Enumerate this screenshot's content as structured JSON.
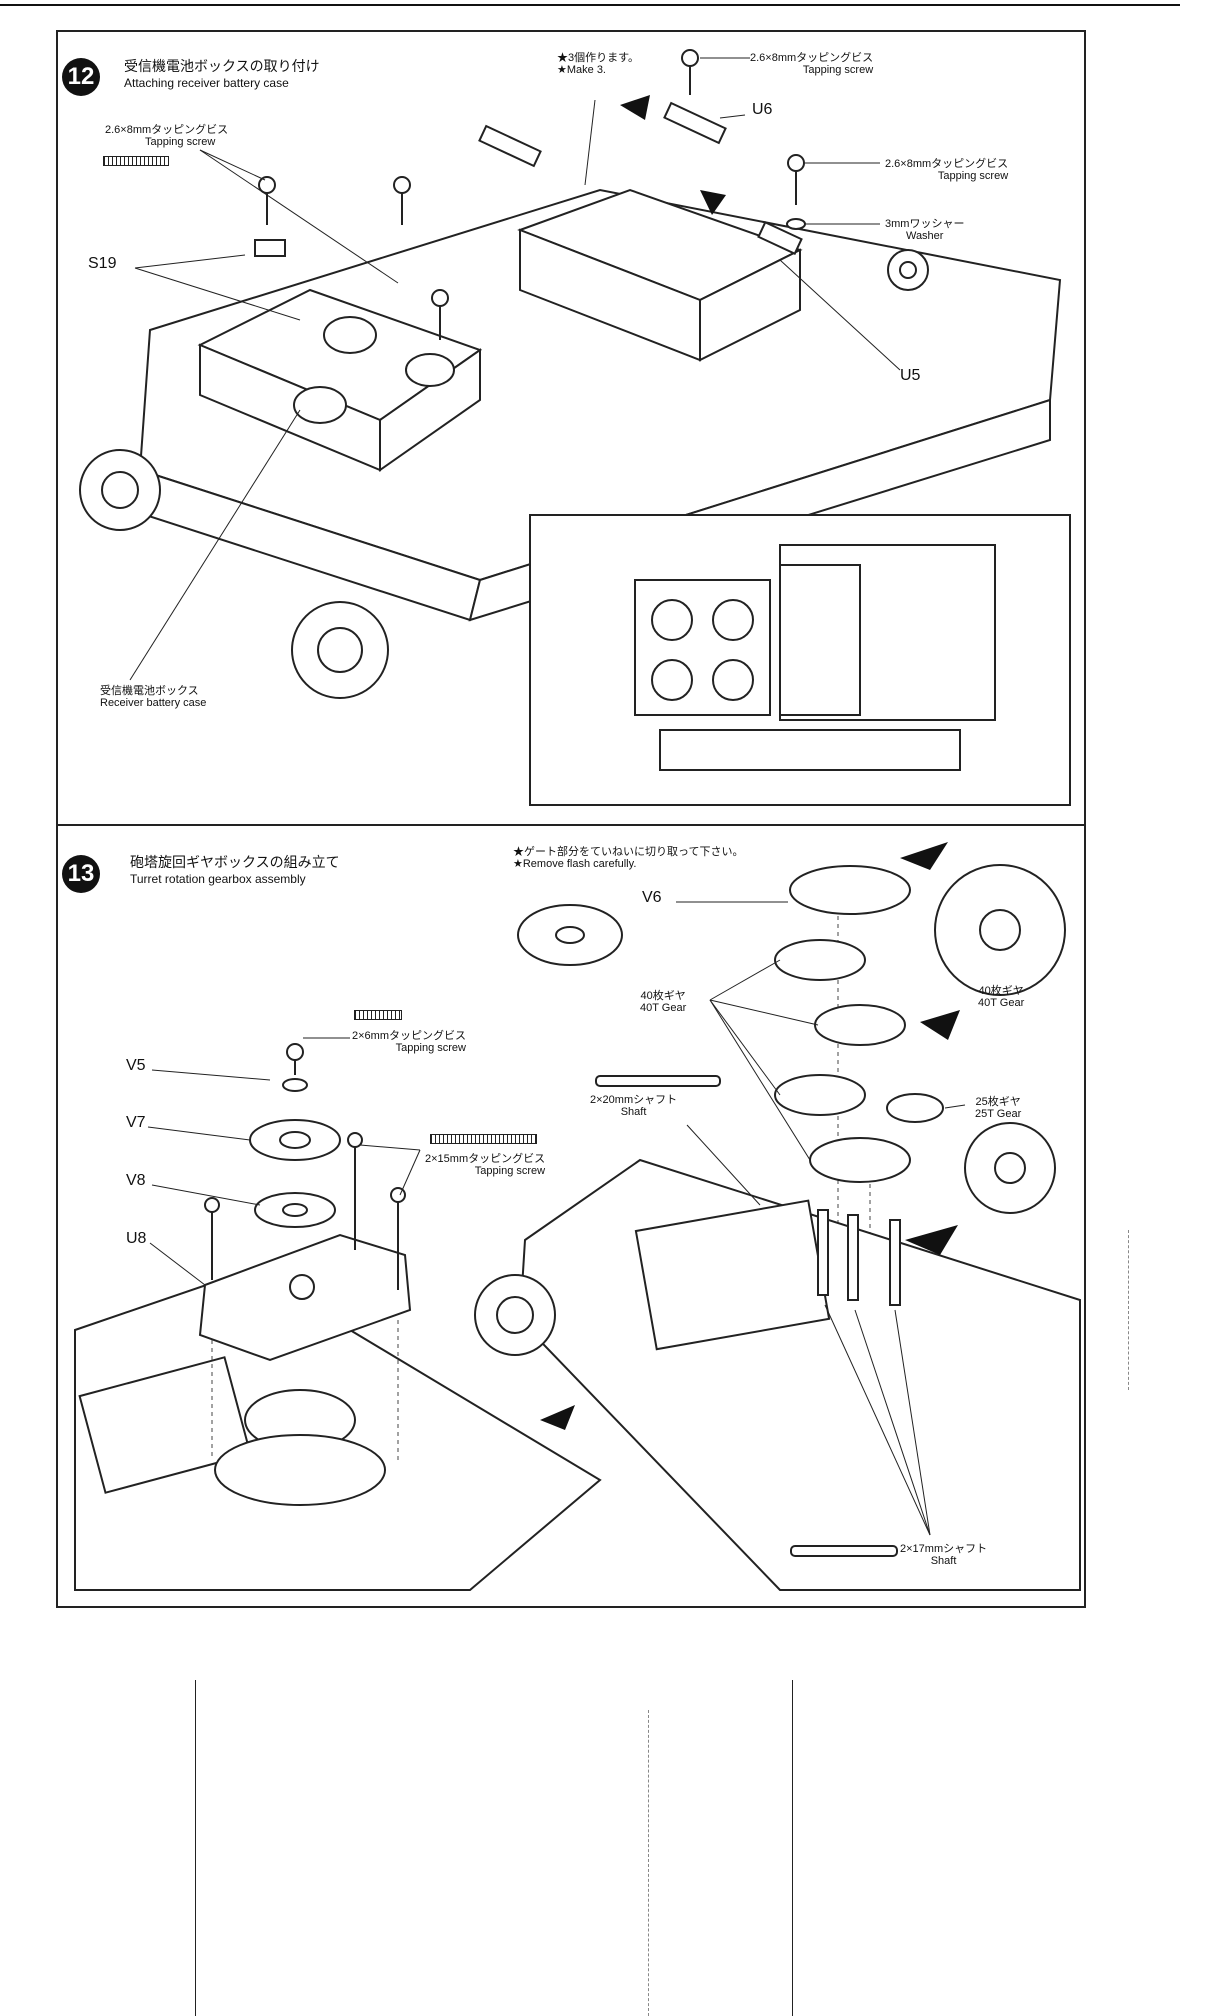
{
  "step12": {
    "number": "12",
    "title_ja": "受信機電池ボックスの取り付け",
    "title_en": "Attaching receiver battery case",
    "note_ja": "★3個作ります。",
    "note_en": "★Make 3.",
    "screw_ja": "2.6×8mmタッピングビス",
    "screw_en": "Tapping screw",
    "washer_ja": "3mmワッシャー",
    "washer_en": "Washer",
    "part_s19": "S19",
    "part_u5": "U5",
    "part_u6": "U6",
    "case_ja": "受信機電池ボックス",
    "case_en": "Receiver battery case"
  },
  "step13": {
    "number": "13",
    "title_ja": "砲塔旋回ギヤボックスの組み立て",
    "title_en": "Turret rotation gearbox assembly",
    "note_ja": "★ゲート部分をていねいに切り取って下さい。",
    "note_en": "★Remove flash carefully.",
    "screw6_ja": "2×6mmタッピングビス",
    "screw6_en": "Tapping screw",
    "screw15_ja": "2×15mmタッピングビス",
    "screw15_en": "Tapping screw",
    "shaft20_ja": "2×20mmシャフト",
    "shaft20_en": "Shaft",
    "shaft17_ja": "2×17mmシャフト",
    "shaft17_en": "Shaft",
    "gear40_ja": "40枚ギヤ",
    "gear40_en": "40T Gear",
    "gear25_ja": "25枚ギヤ",
    "gear25_en": "25T Gear",
    "part_v5": "V5",
    "part_v6": "V6",
    "part_v7": "V7",
    "part_v8": "V8",
    "part_u8": "U8"
  }
}
